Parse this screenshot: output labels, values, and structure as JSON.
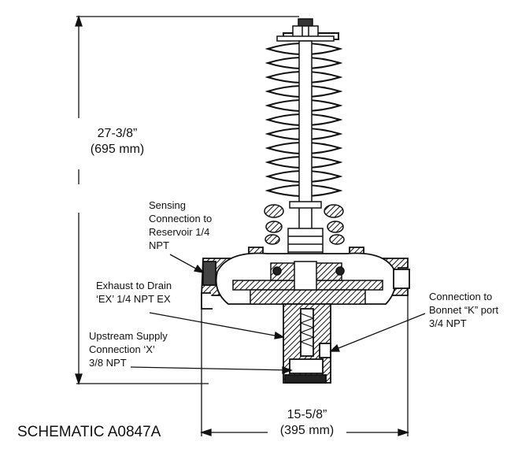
{
  "schematic_label": "SCHEMATIC A0847A",
  "dimensions": {
    "height_imperial": "27-3/8”",
    "height_metric": "(695 mm)",
    "width_imperial": "15-5/8”",
    "width_metric": "(395 mm)"
  },
  "callouts": {
    "sensing": [
      "Sensing",
      "Connection to",
      "Reservoir 1/4",
      "NPT"
    ],
    "exhaust": [
      "Exhaust to Drain",
      "‘EX’ 1/4 NPT EX"
    ],
    "upstream": [
      "Upstream Supply",
      "Connection ‘X’",
      "3/8 NPT"
    ],
    "bonnet": [
      "Connection to",
      "Bonnet “K” port",
      "3/4 NPT"
    ]
  }
}
